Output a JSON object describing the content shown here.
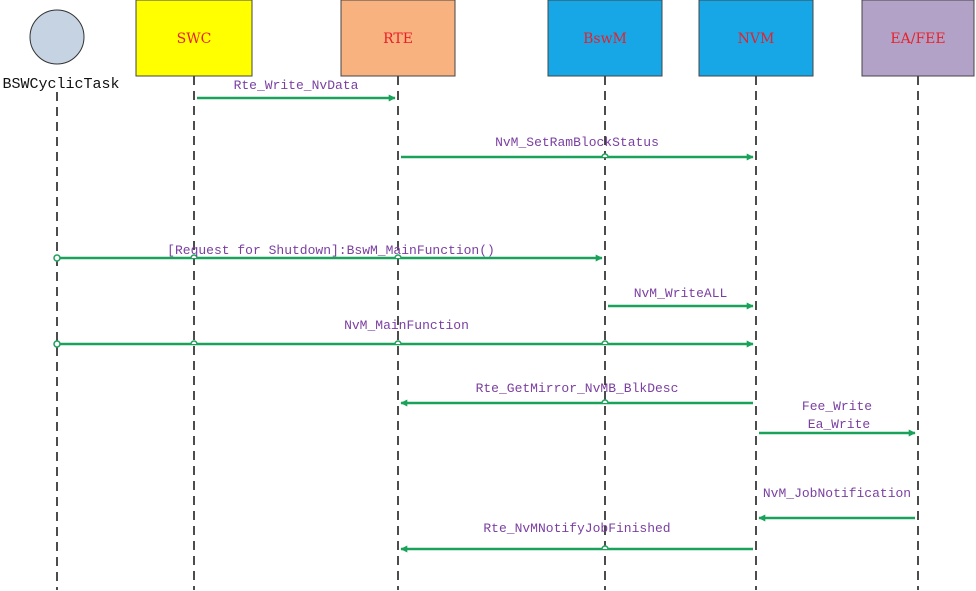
{
  "colors": {
    "arrow": "#1aa25a",
    "message_text": "#7b3fa1",
    "actor_text": "#e8202a",
    "lifeline": "#111111"
  },
  "actors": [
    {
      "id": "task",
      "name": "BSWCyclicTask",
      "shape": "circle",
      "fill": "#c5d3e3"
    },
    {
      "id": "swc",
      "name": "SWC",
      "shape": "box",
      "fill": "#ffff00"
    },
    {
      "id": "rte",
      "name": "RTE",
      "shape": "box",
      "fill": "#f8b27f"
    },
    {
      "id": "bswm",
      "name": "BswM",
      "shape": "box",
      "fill": "#17a7e6"
    },
    {
      "id": "nvm",
      "name": "NVM",
      "shape": "box",
      "fill": "#17a7e6"
    },
    {
      "id": "eafee",
      "name": "EA/FEE",
      "shape": "box",
      "fill": "#b3a2c7"
    }
  ],
  "messages": [
    {
      "from": "swc",
      "to": "rte",
      "label": "Rte_Write_NvData"
    },
    {
      "from": "rte",
      "to": "nvm",
      "label": "NvM_SetRamBlockStatus"
    },
    {
      "from": "task",
      "to": "bswm",
      "label": "[Request for Shutdown]:BswM_MainFunction()"
    },
    {
      "from": "bswm",
      "to": "nvm",
      "label": "NvM_WriteALL"
    },
    {
      "from": "task",
      "to": "nvm",
      "label": "NvM_MainFunction"
    },
    {
      "from": "nvm",
      "to": "rte",
      "label": "Rte_GetMirror_NvMB_BlkDesc"
    },
    {
      "from": "nvm",
      "to": "eafee",
      "label": "Fee_Write",
      "label2": "Ea_Write"
    },
    {
      "from": "eafee",
      "to": "nvm",
      "label": "NvM_JobNotification"
    },
    {
      "from": "nvm",
      "to": "rte",
      "label": "Rte_NvMNotifyJobFinished"
    }
  ]
}
